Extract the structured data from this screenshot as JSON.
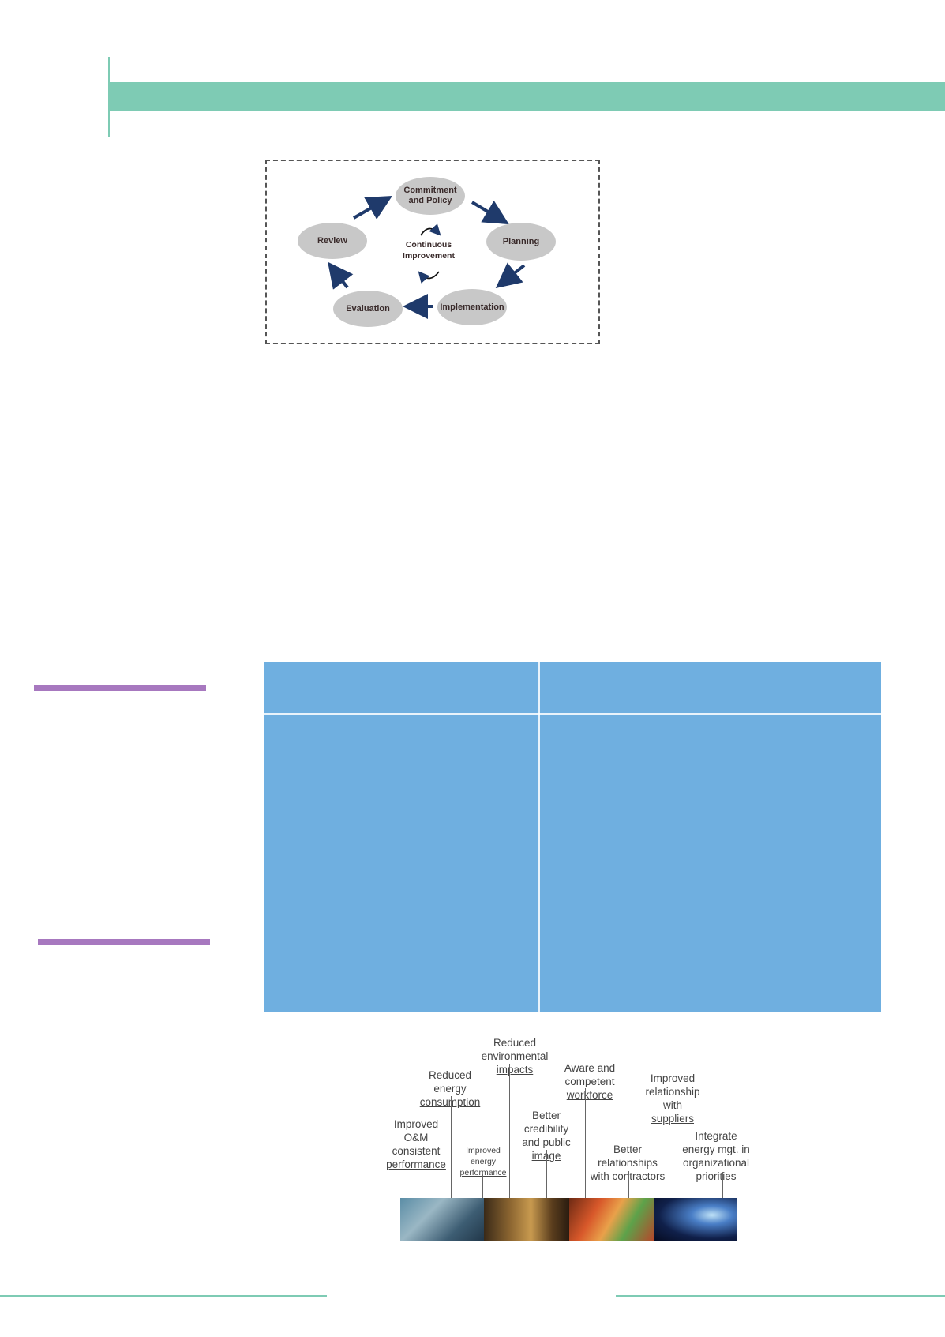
{
  "pdca": {
    "nodes": [
      {
        "id": "commitment",
        "label": "Commitment\nand Policy"
      },
      {
        "id": "planning",
        "label": "Planning"
      },
      {
        "id": "implementation",
        "label": "Implementation"
      },
      {
        "id": "evaluation",
        "label": "Evaluation"
      },
      {
        "id": "review",
        "label": "Review"
      }
    ],
    "center_label": "Continuous\nImprovement"
  },
  "benefits": [
    {
      "id": "om",
      "text": "Improved\nO&M\nconsistent",
      "underlined": "performance"
    },
    {
      "id": "consumption",
      "text": "Reduced\nenergy",
      "underlined": "consumption"
    },
    {
      "id": "energy-perf",
      "text": "Improved\nenergy",
      "underlined": "performance"
    },
    {
      "id": "environment",
      "text": "Reduced\nenvironmental",
      "underlined": "impacts"
    },
    {
      "id": "image",
      "text": "Better\ncredibility\nand public",
      "underlined": "image"
    },
    {
      "id": "workforce",
      "text": "Aware and\ncompetent",
      "underlined": "workforce"
    },
    {
      "id": "contractors",
      "text": "Better\nrelationships",
      "underlined": "with contractors"
    },
    {
      "id": "suppliers",
      "text": "Improved\nrelationship\nwith",
      "underlined": "suppliers"
    },
    {
      "id": "priorities",
      "text": "Integrate\nenergy mgt. in\norganizational",
      "underlined": "priorities"
    }
  ],
  "colors": {
    "teal": "#7ecbb4",
    "purple": "#a778bf",
    "table_blue": "#6fafe0",
    "node_gray": "#c8c8c8",
    "arrow_navy": "#1f3a6b"
  },
  "icons": [
    "cycle-arrow-icon"
  ]
}
